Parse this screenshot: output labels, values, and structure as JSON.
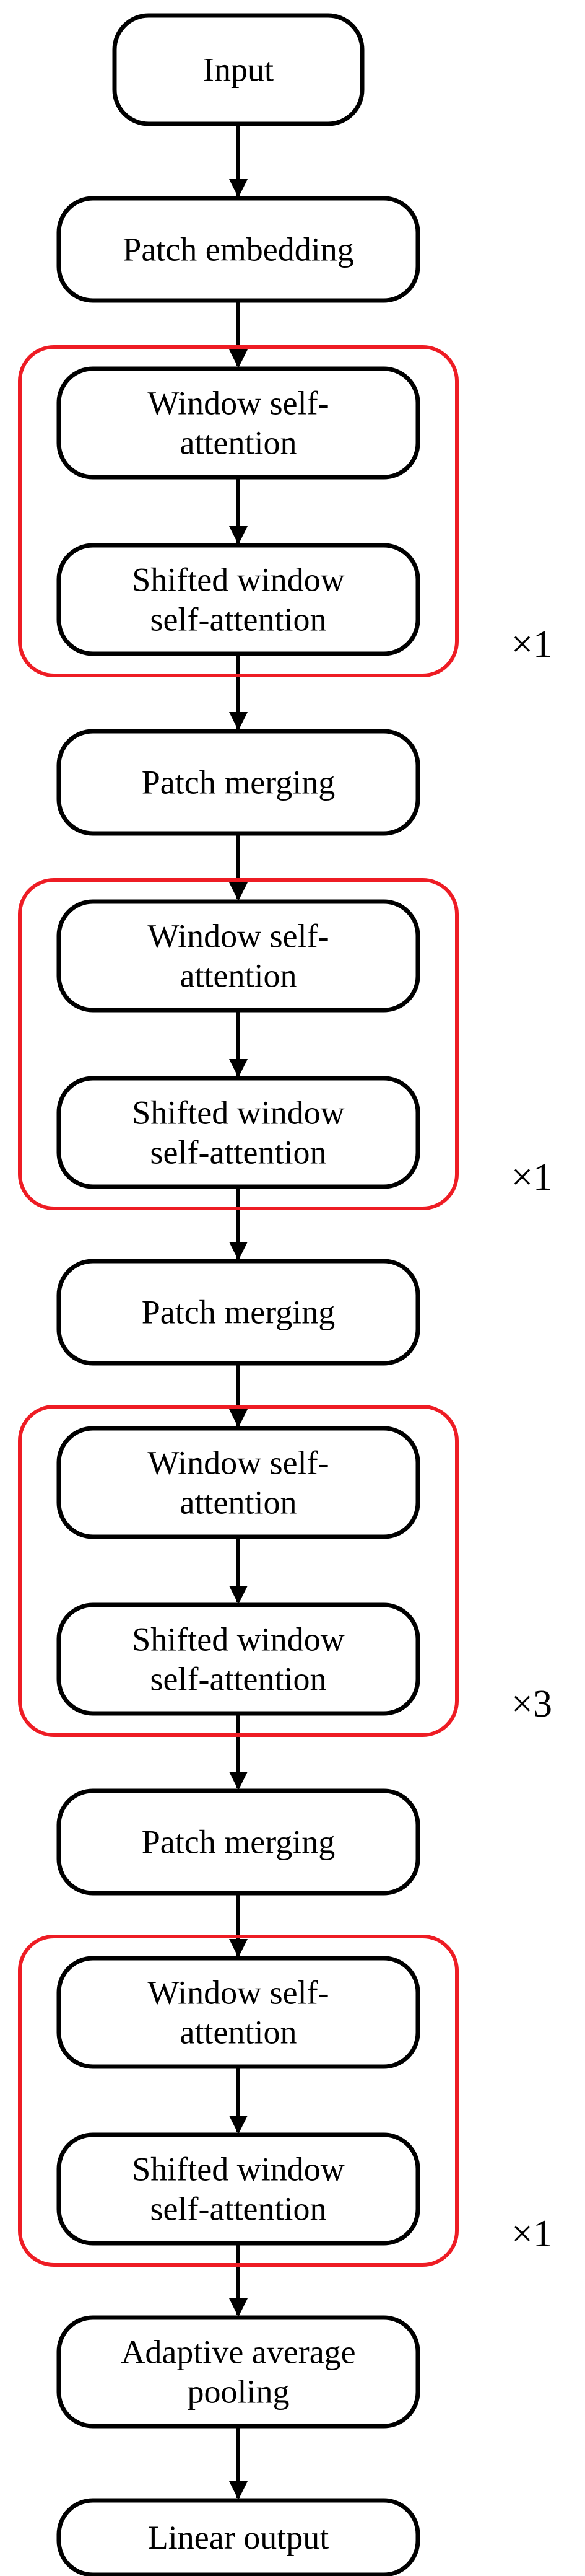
{
  "nodes": {
    "input": {
      "lines": [
        "Input"
      ]
    },
    "patch_embedding": {
      "lines": [
        "Patch embedding"
      ]
    },
    "stage1_wsa": {
      "lines": [
        "Window self-",
        "attention"
      ]
    },
    "stage1_swsa": {
      "lines": [
        "Shifted window",
        "self-attention"
      ]
    },
    "merge1": {
      "lines": [
        "Patch merging"
      ]
    },
    "stage2_wsa": {
      "lines": [
        "Window self-",
        "attention"
      ]
    },
    "stage2_swsa": {
      "lines": [
        "Shifted window",
        "self-attention"
      ]
    },
    "merge2": {
      "lines": [
        "Patch merging"
      ]
    },
    "stage3_wsa": {
      "lines": [
        "Window self-",
        "attention"
      ]
    },
    "stage3_swsa": {
      "lines": [
        "Shifted window",
        "self-attention"
      ]
    },
    "merge3": {
      "lines": [
        "Patch merging"
      ]
    },
    "stage4_wsa": {
      "lines": [
        "Window self-",
        "attention"
      ]
    },
    "stage4_swsa": {
      "lines": [
        "Shifted window",
        "self-attention"
      ]
    },
    "pooling": {
      "lines": [
        "Adaptive average",
        "pooling"
      ]
    },
    "output": {
      "lines": [
        "Linear output"
      ]
    }
  },
  "groups": {
    "stage1": {
      "repeat": "×1"
    },
    "stage2": {
      "repeat": "×1"
    },
    "stage3": {
      "repeat": "×3"
    },
    "stage4": {
      "repeat": "×1"
    }
  },
  "colors": {
    "node_stroke": "#000000",
    "group_stroke": "#ee1c24",
    "edge": "#000000"
  }
}
